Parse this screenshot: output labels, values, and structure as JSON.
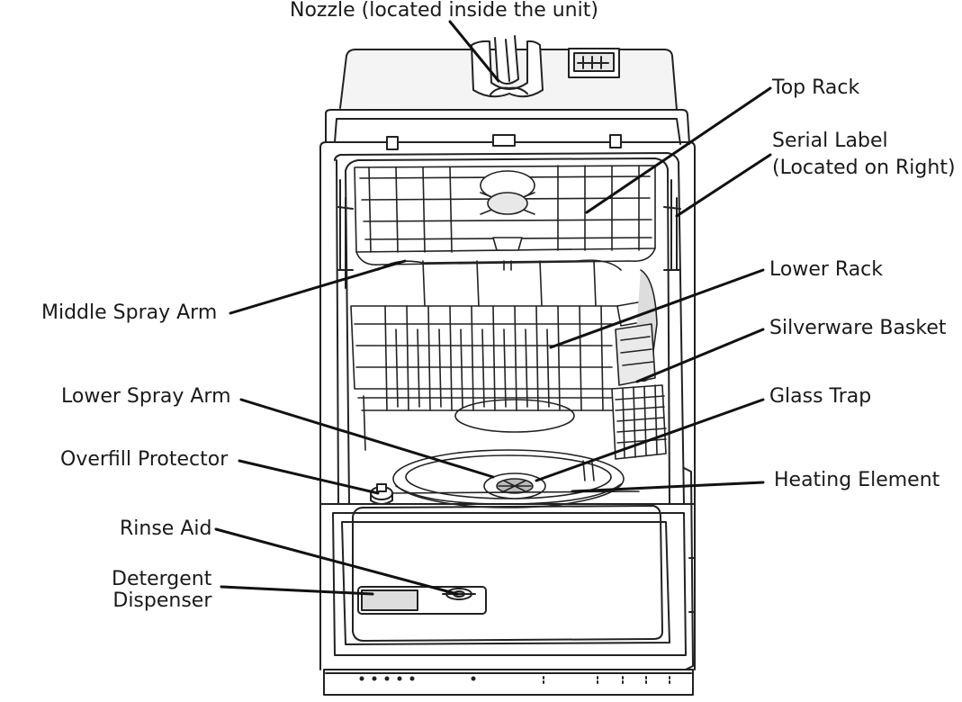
{
  "labels": {
    "nozzle": "Nozzle (located inside the unit)",
    "top_rack": "Top Rack",
    "serial_label_line1": "Serial Label",
    "serial_label_line2": "(Located on Right)",
    "lower_rack": "Lower Rack",
    "silverware_basket": "Silverware Basket",
    "glass_trap": "Glass Trap",
    "heating_element": "Heating Element",
    "middle_spray_arm": "Middle Spray Arm",
    "lower_spray_arm": "Lower Spray Arm",
    "overfill_protector": "Overfill Protector",
    "rinse_aid": "Rinse Aid",
    "detergent_line1": "Detergent",
    "detergent_line2": "Dispenser"
  }
}
